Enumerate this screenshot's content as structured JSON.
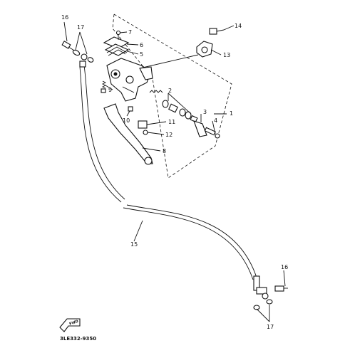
{
  "diagram_code": "3LE332-9350",
  "fwd_label": "FWD",
  "callouts": {
    "c1": "1",
    "c2": "2",
    "c3": "3",
    "c4": "4",
    "c5": "5",
    "c6": "6",
    "c7": "7",
    "c8": "8",
    "c9": "9",
    "c10": "10",
    "c11": "11",
    "c12": "12",
    "c13": "13",
    "c14": "14",
    "c15": "15",
    "c16a": "16",
    "c16b": "16",
    "c17a": "17",
    "c17b": "17"
  }
}
